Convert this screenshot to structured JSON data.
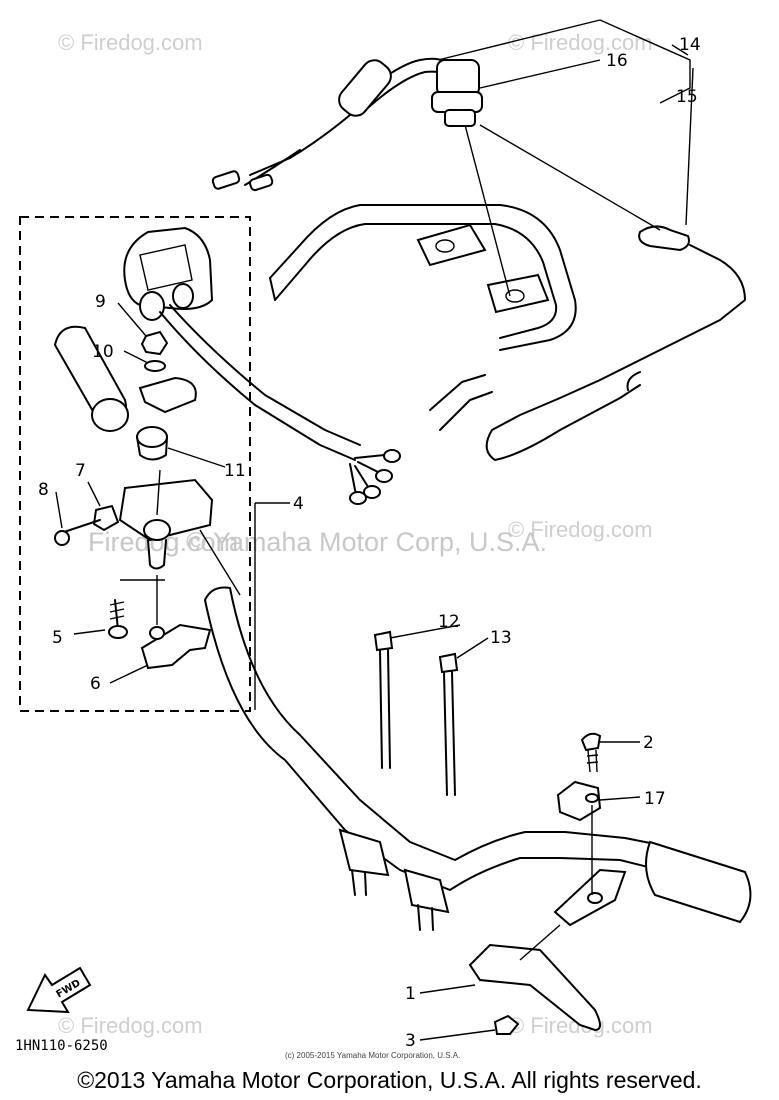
{
  "watermarks": {
    "small": "© Firedog.com",
    "center": "© Yamaha Motor Corp, U.S.A.",
    "center_firedog": "Firedog.com"
  },
  "callouts": [
    "1",
    "2",
    "3",
    "4",
    "5",
    "6",
    "7",
    "8",
    "9",
    "10",
    "11",
    "12",
    "13",
    "14",
    "15",
    "16",
    "17"
  ],
  "diagram_ref": "1HN110-6250",
  "small_copyright": "(c) 2005-2015 Yamaha Motor Corporation, U.S.A.",
  "fwd_label": "FWD",
  "copyright": "©2013 Yamaha Motor Corporation, U.S.A. All rights reserved."
}
